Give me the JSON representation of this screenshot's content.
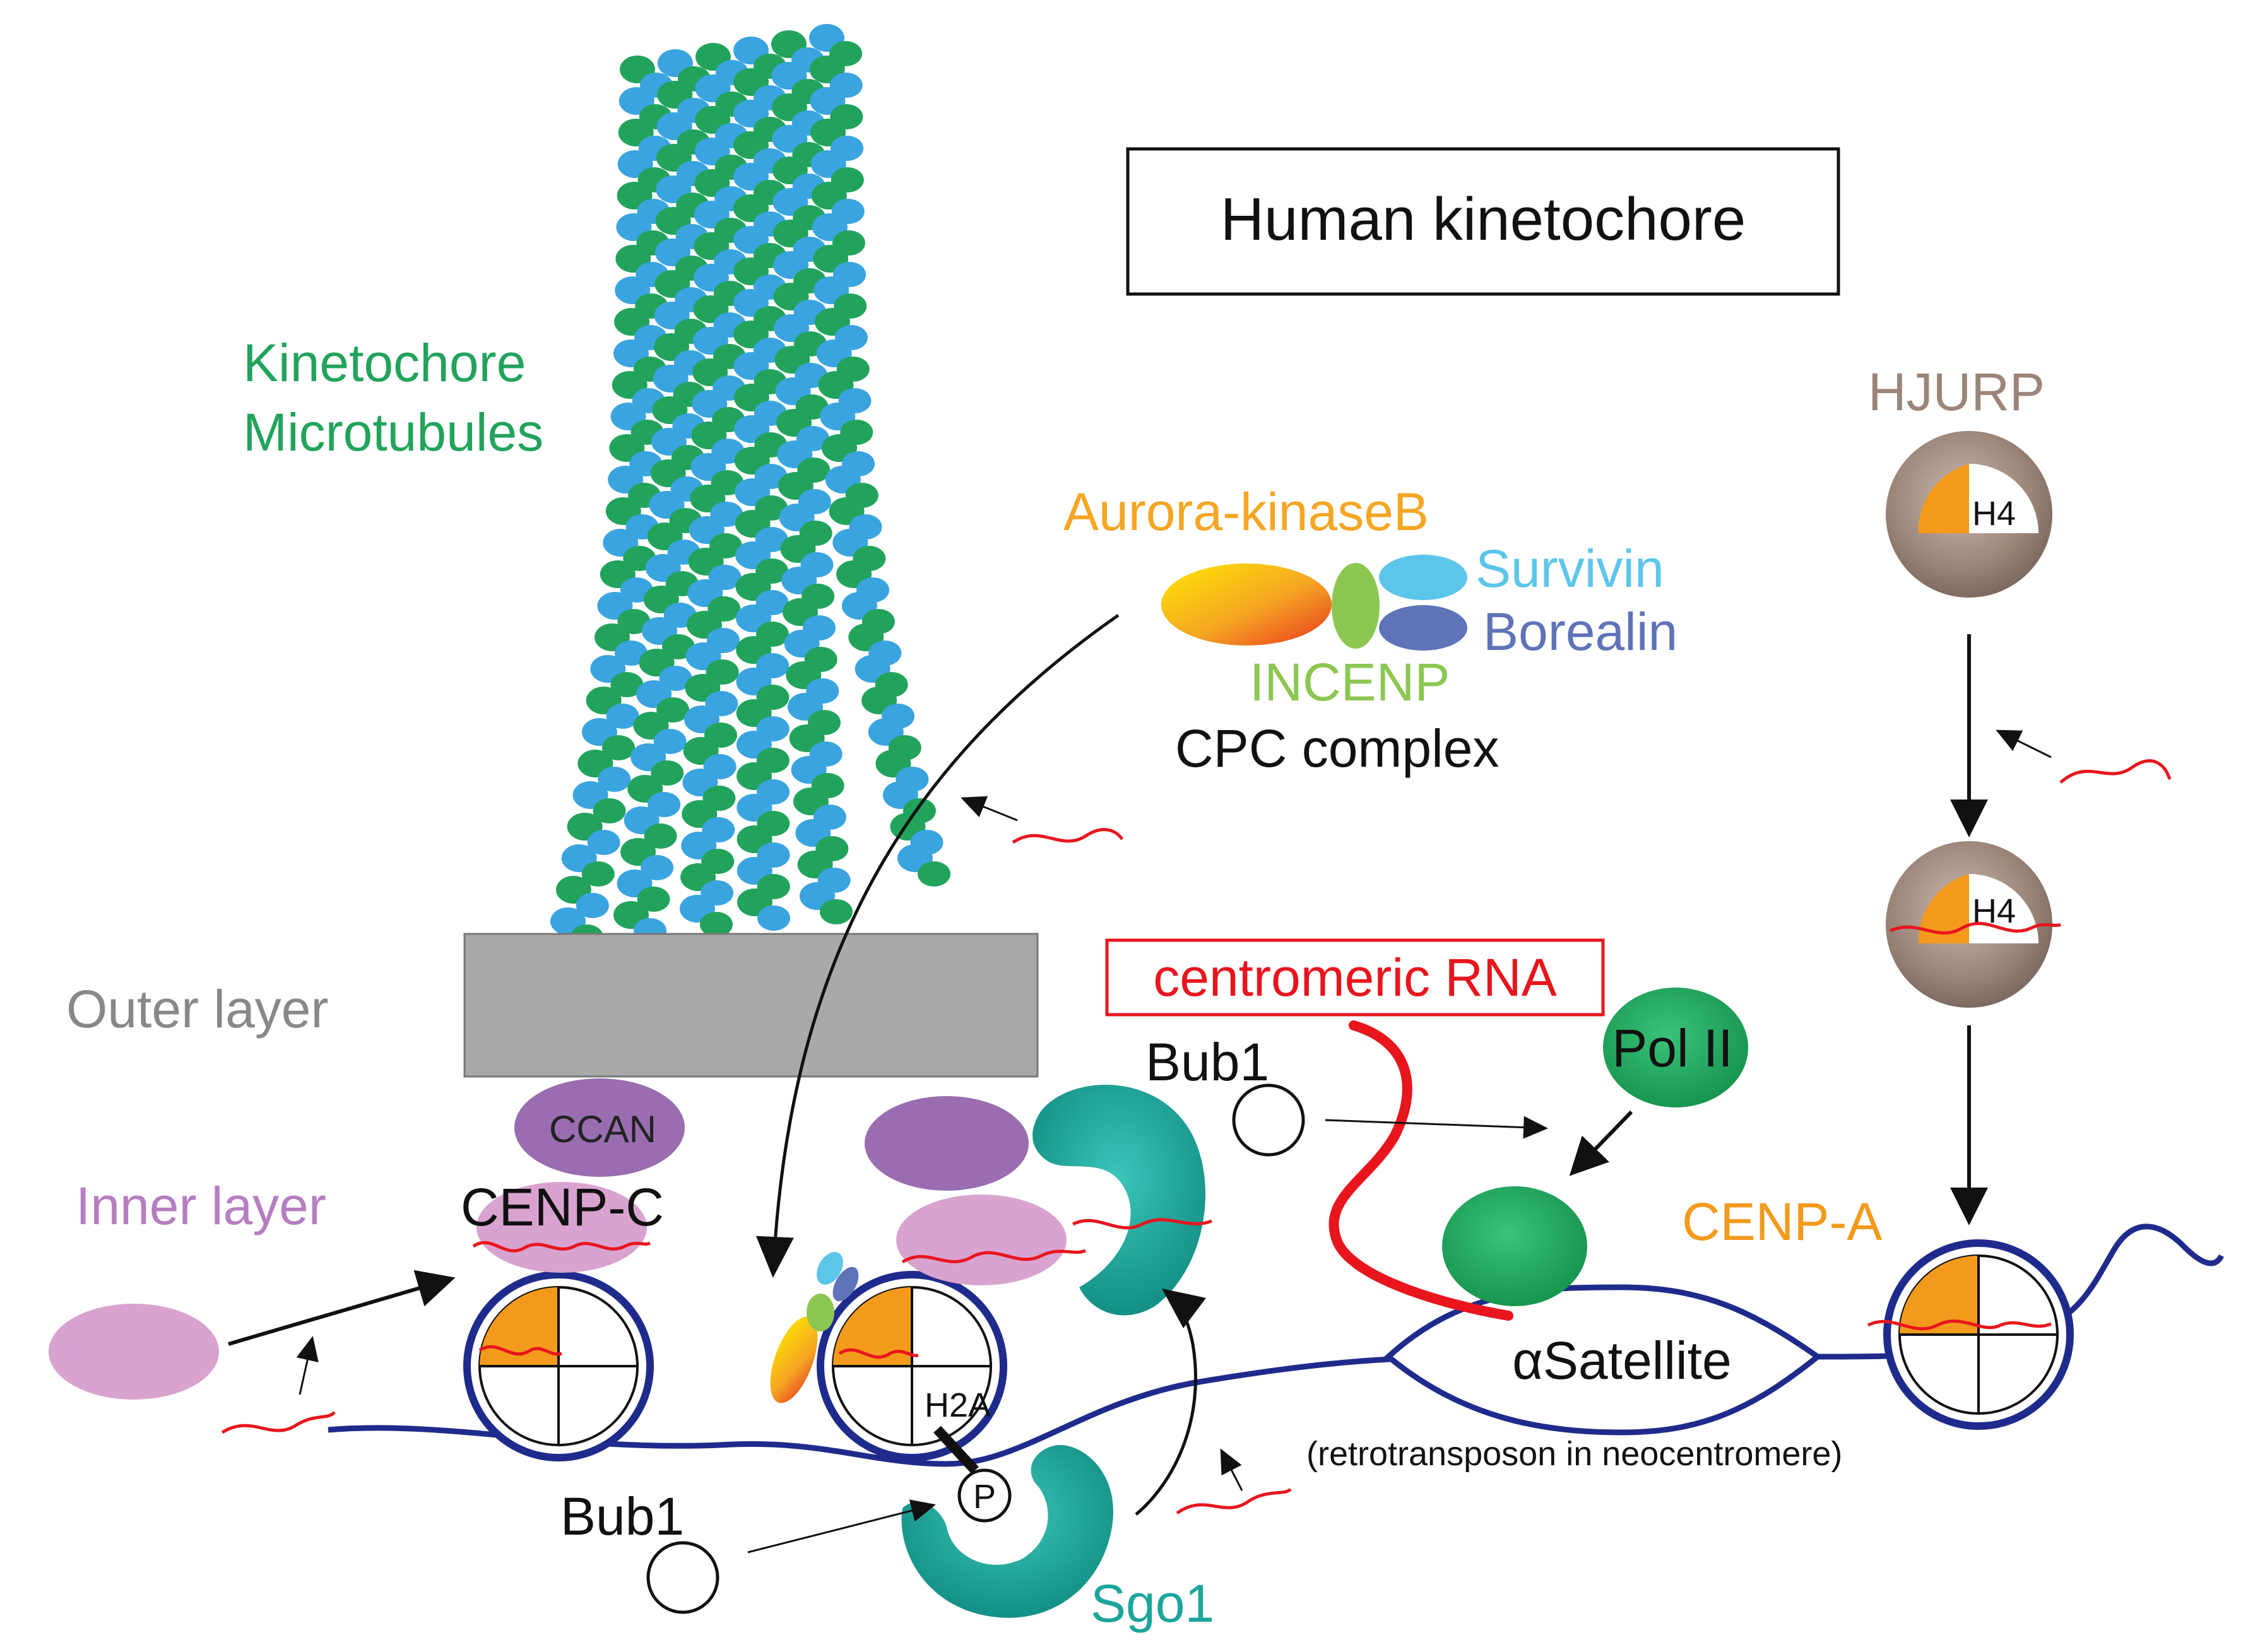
{
  "title": "Human kinetochore",
  "labels": {
    "microtubules_line1": "Kinetochore",
    "microtubules_line2": "Microtubules",
    "outer_layer": "Outer layer",
    "inner_layer": "Inner layer",
    "ccan": "CCAN",
    "cenp_c": "CENP-C",
    "aurora": "Aurora-kinaseB",
    "survivin": "Survivin",
    "borealin": "Borealin",
    "incenp": "INCENP",
    "cpc": "CPC complex",
    "hjurp": "HJURP",
    "h4_top": "H4",
    "h4_mid": "H4",
    "centromeric_rna": "centromeric RNA",
    "pol2": "Pol II",
    "bub1_top": "Bub1",
    "bub1_bottom": "Bub1",
    "cenp_a": "CENP-A",
    "satellite": "αSatellite",
    "retro": "(retrotransposon in neocentromere)",
    "h2a": "H2A",
    "phospho": "P",
    "sgo1": "Sgo1"
  },
  "colors": {
    "microtubule_green": "#22a35c",
    "microtubule_blue": "#3aa4e0",
    "label_green": "#22a35c",
    "outer_gray": "#a9a9a9",
    "outer_label": "#888888",
    "inner_pink": "#d9a3cf",
    "inner_label": "#b67ec1",
    "ccan_purple": "#9a6cb0",
    "aurora_orange": "#f5a623",
    "survivin_cyan": "#5bc6ea",
    "borealin_blue": "#5e73b8",
    "incenp_green": "#8cc751",
    "hjurp_brown": "#9b8578",
    "cenp_a_orange": "#f39a1c",
    "rna_red": "#e8151d",
    "dna_navy": "#1f2b8c",
    "pol_green": "#1fa659",
    "sgo_teal": "#1ba59c"
  }
}
